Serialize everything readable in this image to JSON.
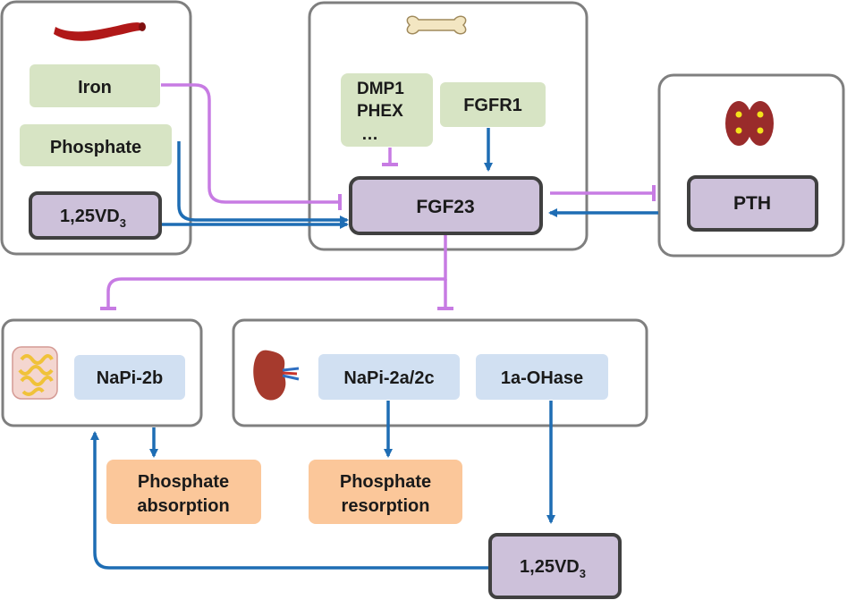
{
  "organs": {
    "intestine_top": {
      "icon": "blood-vessel-icon"
    },
    "bone": {
      "icon": "bone-icon"
    },
    "parathyroid": {
      "icon": "parathyroid-icon"
    },
    "intestine": {
      "icon": "intestine-icon"
    },
    "kidney": {
      "icon": "kidney-icon"
    }
  },
  "nodes": {
    "iron": "Iron",
    "phosphate": "Phosphate",
    "vd3_top": {
      "base": "1,25VD",
      "sub": "3"
    },
    "dmp1": "DMP1",
    "phex": "PHEX",
    "ellipsis": "…",
    "fgfr1": "FGFR1",
    "fgf23": "FGF23",
    "pth": "PTH",
    "napi2b": "NaPi-2b",
    "napi2a2c": "NaPi-2a/2c",
    "ohase": "1a-OHase",
    "phos_absorption": [
      "Phosphate",
      "absorption"
    ],
    "phos_resorption": [
      "Phosphate",
      "resorption"
    ],
    "vd3_bottom": {
      "base": "1,25VD",
      "sub": "3"
    }
  },
  "colors": {
    "inhibition": "#c77be3",
    "stimulation": "#1e6db4",
    "regulator_fill": "#d7e4c4",
    "transporter_fill": "#d1e0f2",
    "hormone_fill": "#cdc1da",
    "outcome_fill": "#fbc79a"
  }
}
